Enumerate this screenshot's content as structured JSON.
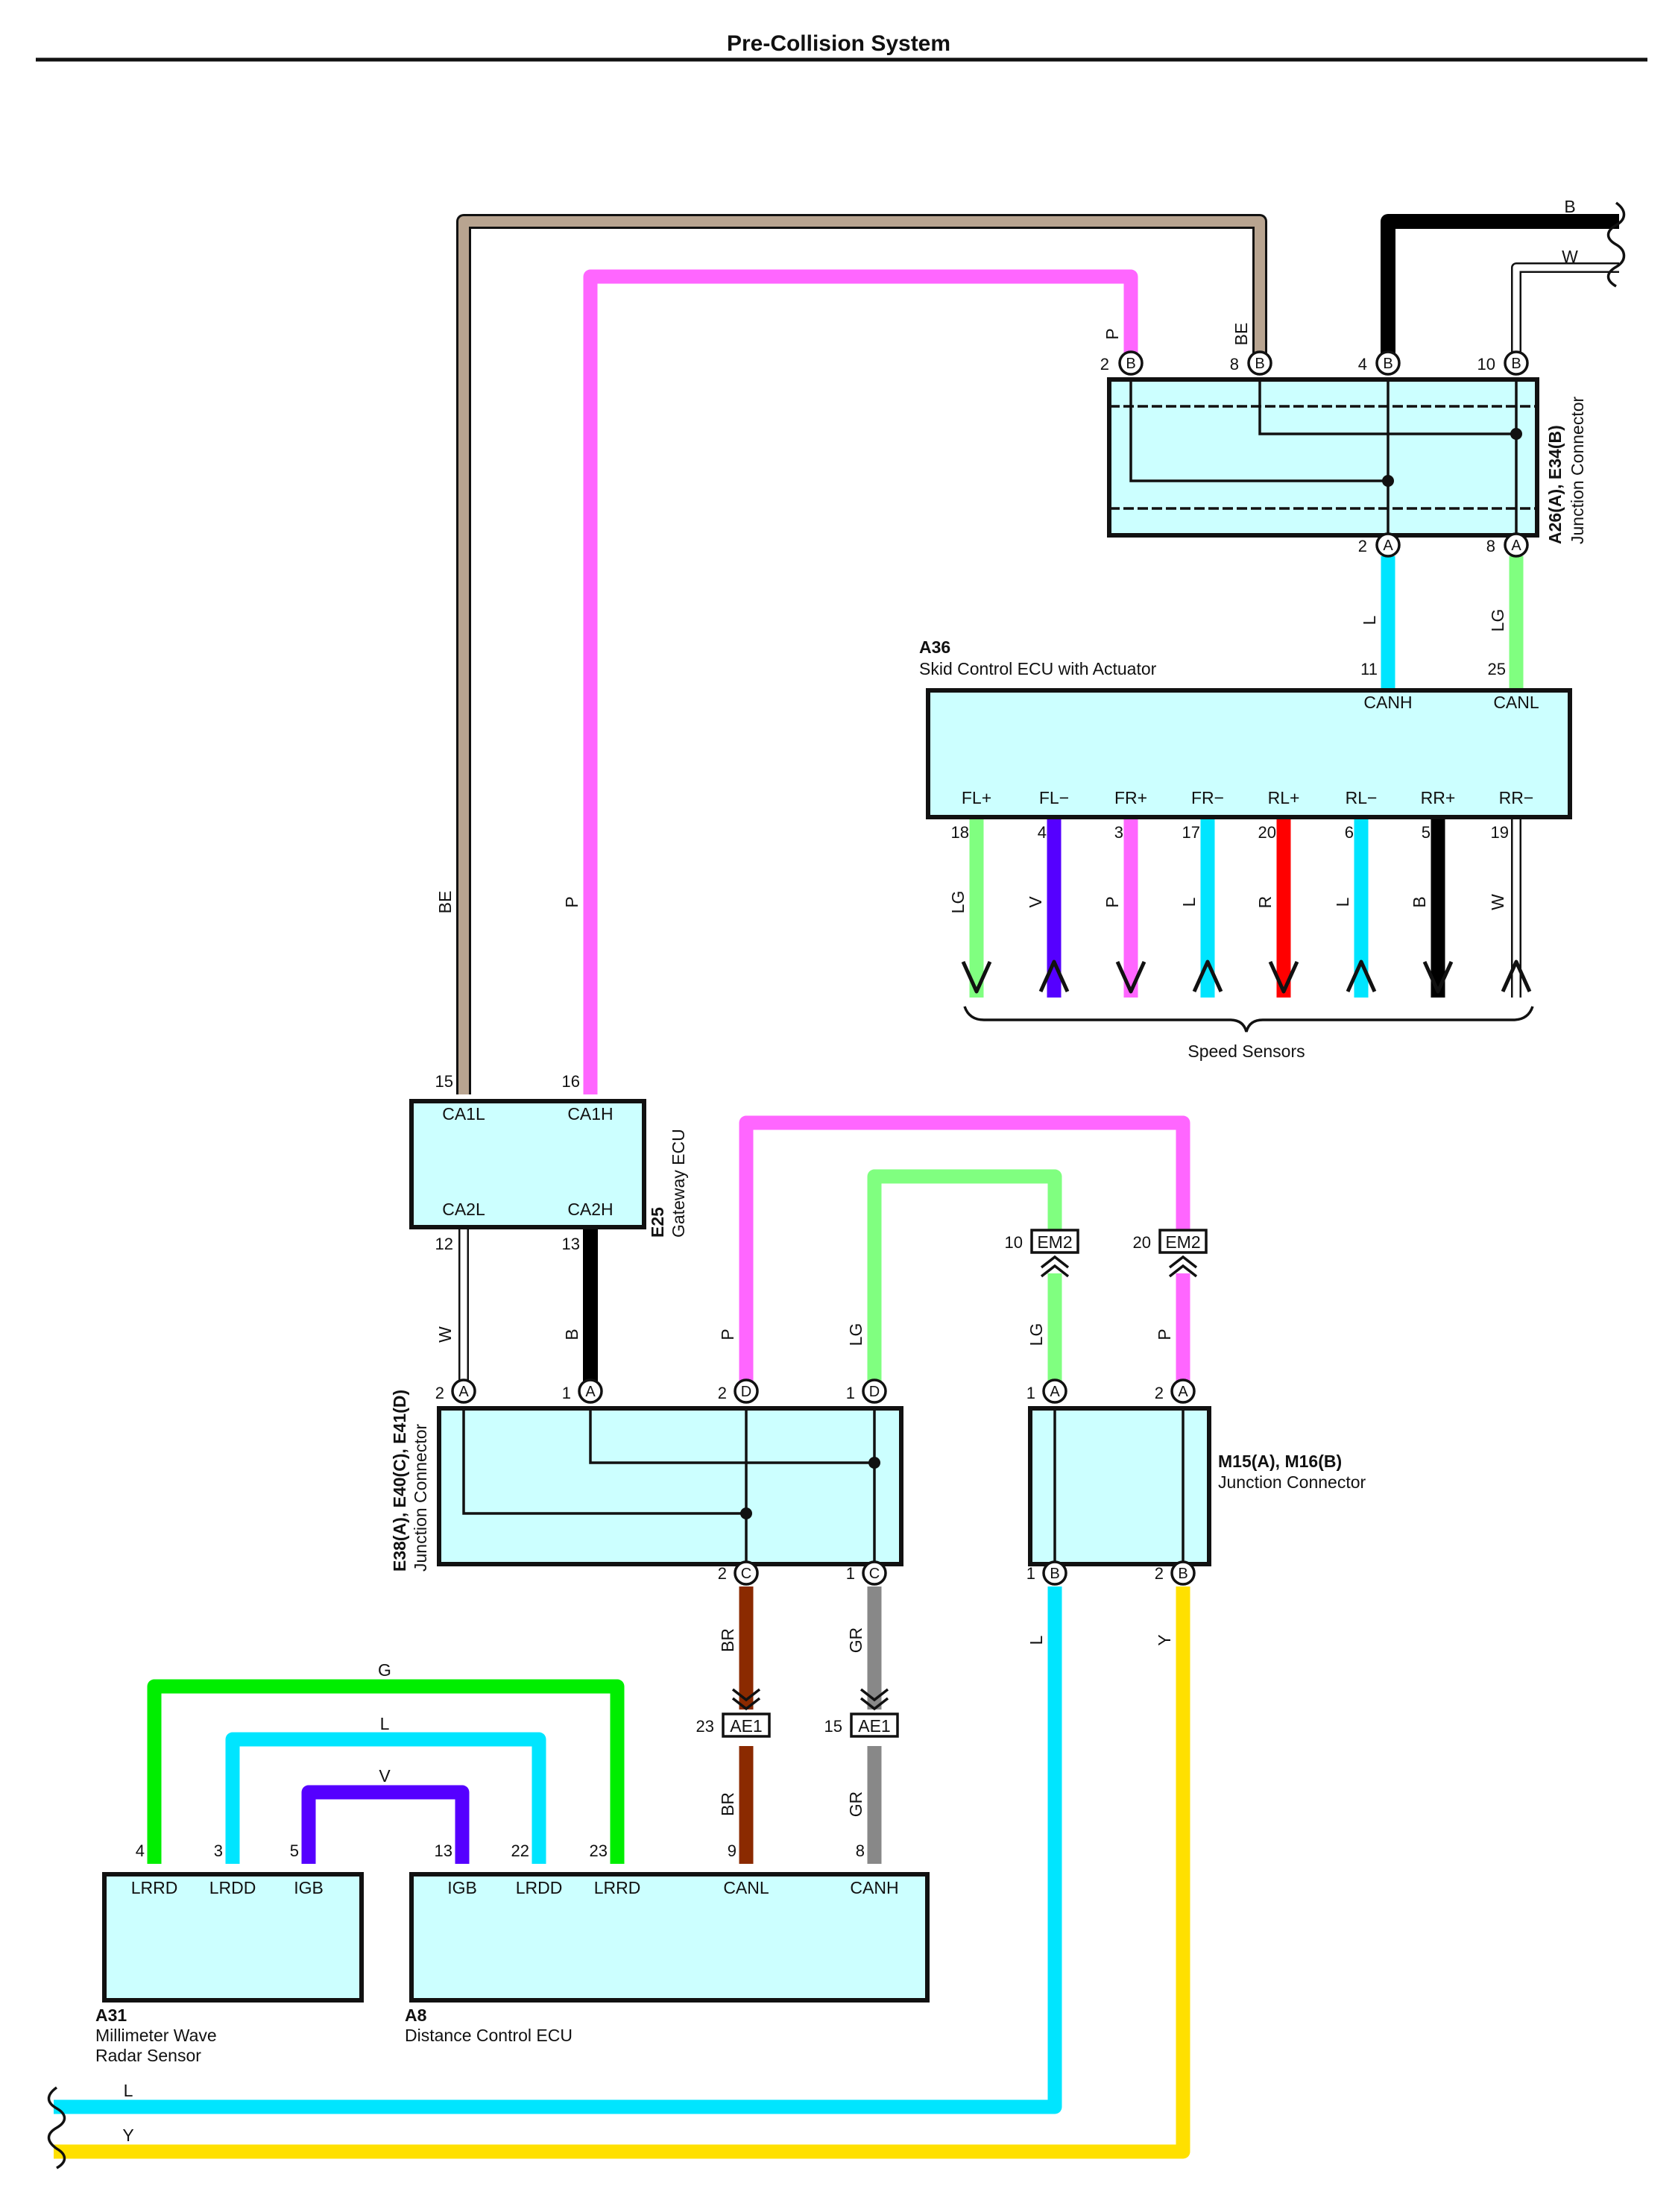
{
  "page": {
    "title": "Pre-Collision System"
  },
  "components": {
    "A26": {
      "code": "A26(A), E34(B)",
      "name": "Junction Connector"
    },
    "A36": {
      "code": "A36",
      "name": "Skid Control ECU with Actuator",
      "terminals": [
        "CANH",
        "CANL",
        "FL+",
        "FL−",
        "FR+",
        "FR−",
        "RL+",
        "RL−",
        "RR+",
        "RR−"
      ]
    },
    "E25": {
      "code": "E25",
      "name": "Gateway ECU",
      "terminals": [
        "CA1L",
        "CA1H",
        "CA2L",
        "CA2H"
      ]
    },
    "E38": {
      "code": "E38(A), E40(C), E41(D)",
      "name": "Junction Connector"
    },
    "M15": {
      "code": "M15(A), M16(B)",
      "name": "Junction Connector"
    },
    "A31": {
      "code": "A31",
      "name_line1": "Millimeter Wave",
      "name_line2": "Radar Sensor",
      "terminals": [
        "LRRD",
        "LRDD",
        "IGB"
      ]
    },
    "A8": {
      "code": "A8",
      "name": "Distance Control ECU",
      "terminals": [
        "IGB",
        "LRDD",
        "LRRD",
        "CANL",
        "CANH"
      ]
    }
  },
  "speed_sensors_label": "Speed Sensors",
  "inline_connectors": {
    "EM2": "EM2",
    "AE1": "AE1"
  },
  "pins": {
    "a26_top": [
      "2",
      "8",
      "4",
      "10"
    ],
    "a26_top_letter": "B",
    "a26_bot": [
      "2",
      "8"
    ],
    "a26_bot_letter": "A",
    "a36_top": [
      "11",
      "25"
    ],
    "a36_bot": [
      "18",
      "4",
      "3",
      "17",
      "20",
      "6",
      "5",
      "19"
    ],
    "e25_top": [
      "15",
      "16"
    ],
    "e25_bot": [
      "12",
      "13"
    ],
    "e38_top": [
      "2",
      "1",
      "2",
      "1"
    ],
    "e38_top_letters": [
      "A",
      "A",
      "D",
      "D"
    ],
    "e38_bot": [
      "2",
      "1"
    ],
    "e38_bot_letters": [
      "C",
      "C"
    ],
    "m15_top": [
      "1",
      "2"
    ],
    "m15_top_letter": "A",
    "m15_bot": [
      "1",
      "2"
    ],
    "m15_bot_letter": "B",
    "em2": [
      "10",
      "20"
    ],
    "ae1": [
      "23",
      "15"
    ],
    "a31": [
      "4",
      "3",
      "5"
    ],
    "a8": [
      "13",
      "22",
      "23",
      "9",
      "8"
    ]
  },
  "wire_labels": {
    "be": "BE",
    "p": "P",
    "b": "B",
    "w": "W",
    "l": "L",
    "lg": "LG",
    "v": "V",
    "r": "R",
    "g": "G",
    "br": "BR",
    "gr": "GR",
    "y": "Y"
  },
  "wire_colors": {
    "BE": "#b8a490",
    "P": "#ff66ff",
    "B": "#000000",
    "W": "#ffffff",
    "L": "#00e5ff",
    "LG": "#80ff80",
    "V": "#5500ff",
    "R": "#ff0000",
    "G": "#00ee00",
    "BR": "#8b2a00",
    "GR": "#888888",
    "Y": "#ffe000"
  }
}
